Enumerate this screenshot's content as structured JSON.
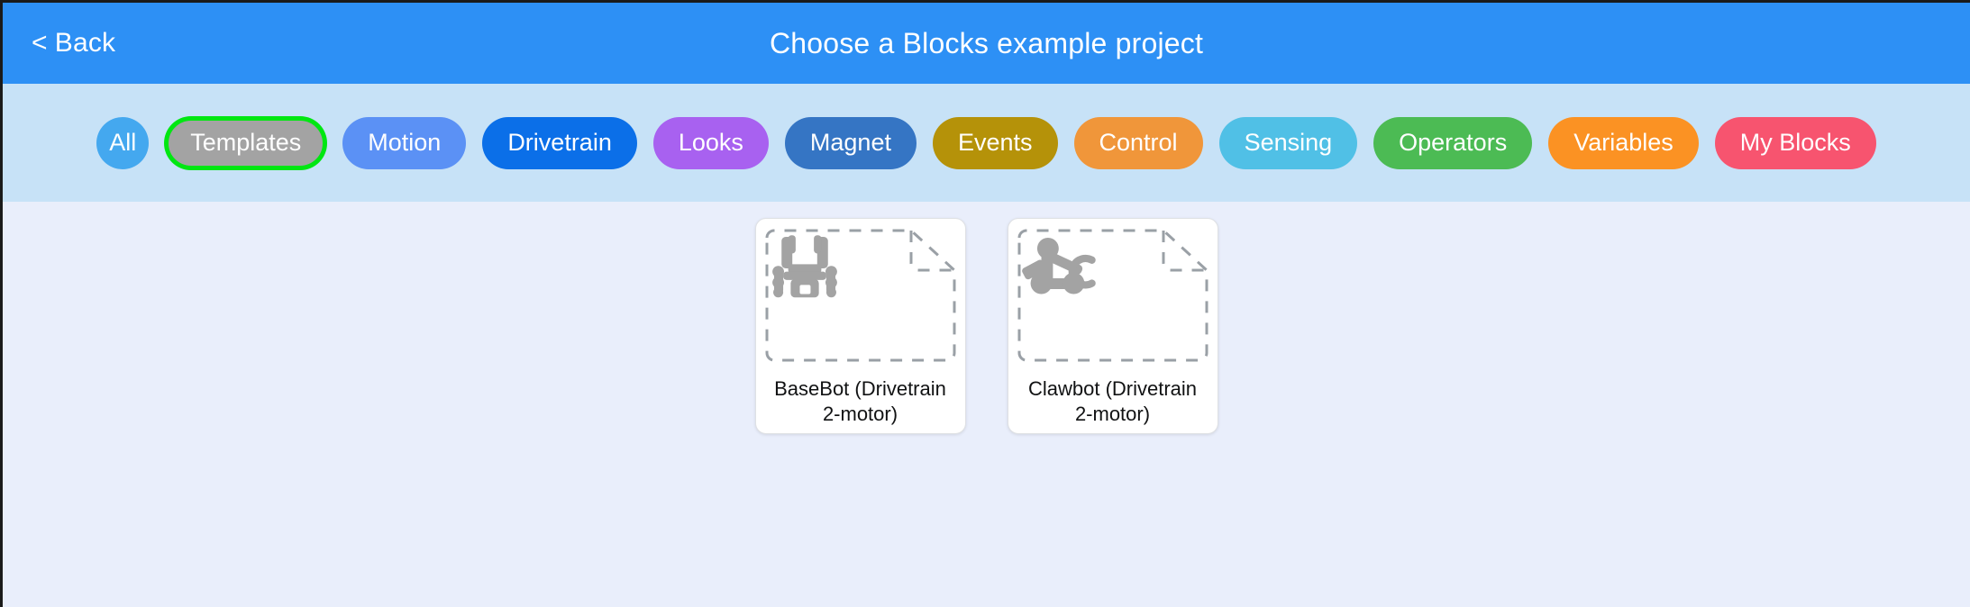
{
  "header": {
    "back_label": "Back",
    "back_chevron": "<",
    "title": "Choose a Blocks example project",
    "background_color": "#2d90f5",
    "text_color": "#ffffff"
  },
  "filter_bar": {
    "background_color": "#c7e2f7",
    "selected_ring_color": "#00e712",
    "pills": [
      {
        "label": "All",
        "color": "#44a8ef",
        "shape": "circle",
        "selected": false
      },
      {
        "label": "Templates",
        "color": "#a3a3a3",
        "shape": "pill",
        "selected": true
      },
      {
        "label": "Motion",
        "color": "#5b91f5",
        "shape": "pill",
        "selected": false
      },
      {
        "label": "Drivetrain",
        "color": "#0b6fe8",
        "shape": "pill",
        "selected": false
      },
      {
        "label": "Looks",
        "color": "#a861f0",
        "shape": "pill",
        "selected": false
      },
      {
        "label": "Magnet",
        "color": "#3575c4",
        "shape": "pill",
        "selected": false
      },
      {
        "label": "Events",
        "color": "#b59209",
        "shape": "pill",
        "selected": false
      },
      {
        "label": "Control",
        "color": "#f0963a",
        "shape": "pill",
        "selected": false
      },
      {
        "label": "Sensing",
        "color": "#50c0e6",
        "shape": "pill",
        "selected": false
      },
      {
        "label": "Operators",
        "color": "#4cbb54",
        "shape": "pill",
        "selected": false
      },
      {
        "label": "Variables",
        "color": "#fb9223",
        "shape": "pill",
        "selected": false
      },
      {
        "label": "My Blocks",
        "color": "#f7546f",
        "shape": "pill",
        "selected": false
      }
    ]
  },
  "content": {
    "background_color": "#e9eefb",
    "cards": [
      {
        "title": "BaseBot (Drivetrain 2-motor)",
        "icon": "basebot-robot-icon"
      },
      {
        "title": "Clawbot (Drivetrain 2-motor)",
        "icon": "clawbot-robot-icon"
      }
    ]
  }
}
